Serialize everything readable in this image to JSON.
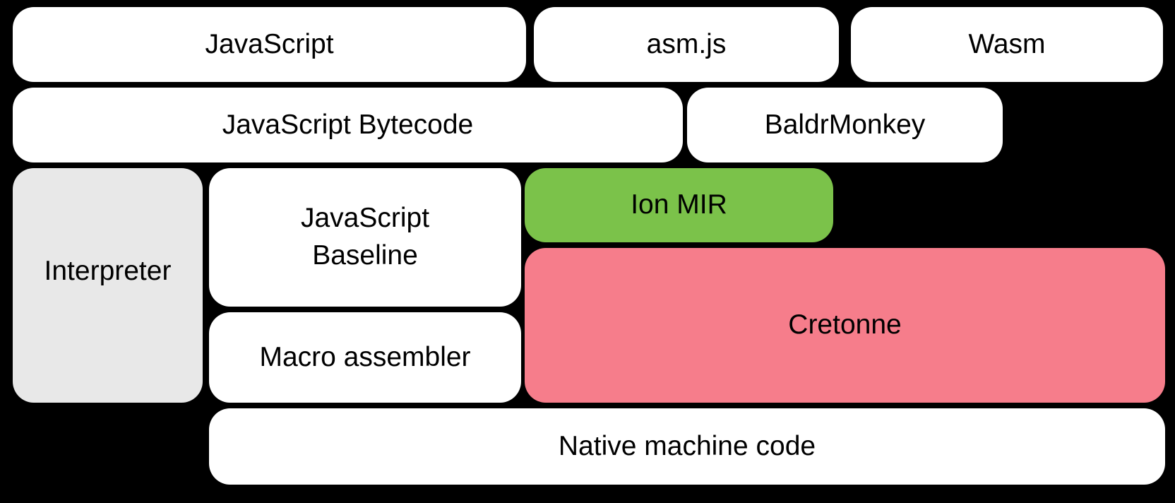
{
  "diagram": {
    "title": "SpiderMonkey compiler pipeline diagram",
    "background_color": "#000000",
    "text_color": "#000000",
    "colors": {
      "default_box": "#ffffff",
      "interpreter_gray": "#e8e8e8",
      "ion_green": "#7bc24a",
      "cretonne_pink": "#f67d8b"
    },
    "boxes": [
      {
        "id": "javascript",
        "label": "JavaScript",
        "color": "#ffffff"
      },
      {
        "id": "asmjs",
        "label": "asm.js",
        "color": "#ffffff"
      },
      {
        "id": "wasm",
        "label": "Wasm",
        "color": "#ffffff"
      },
      {
        "id": "javascript-bytecode",
        "label": "JavaScript Bytecode",
        "color": "#ffffff"
      },
      {
        "id": "baldrmonkey",
        "label": "BaldrMonkey",
        "color": "#ffffff"
      },
      {
        "id": "interpreter",
        "label": "Interpreter",
        "color": "#e8e8e8"
      },
      {
        "id": "javascript-baseline",
        "label": "JavaScript\nBaseline",
        "color": "#ffffff"
      },
      {
        "id": "ion-mir",
        "label": "Ion MIR",
        "color": "#7bc24a"
      },
      {
        "id": "cretonne",
        "label": "Cretonne",
        "color": "#f67d8b"
      },
      {
        "id": "macro-assembler",
        "label": "Macro assembler",
        "color": "#ffffff"
      },
      {
        "id": "native-machine-code",
        "label": "Native machine code",
        "color": "#ffffff"
      }
    ]
  }
}
